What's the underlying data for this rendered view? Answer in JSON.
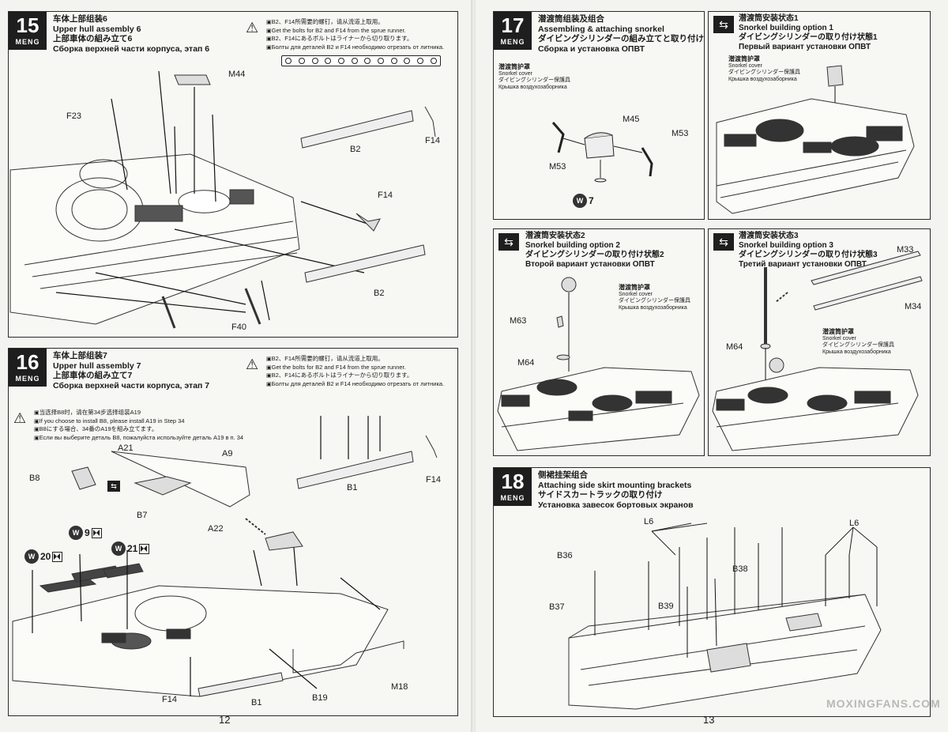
{
  "brand": "MENG",
  "pages": {
    "left_number": "12",
    "right_number": "13"
  },
  "watermark": "MOXINGFANS.COM",
  "bolt_warning": {
    "cn": "B2、F14所需要的螺钉，请从流道上取用。",
    "en": "Get the bolts for B2 and F14 from the sprue runner.",
    "jp": "B2、F14にあるボルトはライナーから切り取ります。",
    "ru": "Болты для деталей B2 и F14 необходимо отрезать от литника."
  },
  "steps": [
    {
      "number": "15",
      "title_cn": "车体上部组装6",
      "title_en": "Upper hull assembly 6",
      "title_jp": "上部車体の組み立て6",
      "title_ru": "Сборка верхней части корпуса, этап 6",
      "labels": [
        "M44",
        "F23",
        "B2",
        "F14",
        "F14",
        "B2",
        "F40"
      ]
    },
    {
      "number": "16",
      "title_cn": "车体上部组装7",
      "title_en": "Upper hull assembly 7",
      "title_jp": "上部車体の組み立て7",
      "title_ru": "Сборка верхней части корпуса, этап 7",
      "b8_note": {
        "cn": "当选择B8时，请在第34步选择组装A19",
        "en": "If you choose to install B8, please install A19 in Step 34",
        "jp": "B8にする場合、34番のA19を組み立てます。",
        "ru": "Если вы выберите деталь B8, пожалуйста используйте деталь A19 в п. 34"
      },
      "labels": [
        "A21",
        "A9",
        "B8",
        "B7",
        "A22",
        "B1",
        "F14",
        "F14",
        "B1",
        "B19",
        "M18"
      ],
      "badges": [
        {
          "code": "W",
          "num": "9"
        },
        {
          "code": "W",
          "num": "20"
        },
        {
          "code": "W",
          "num": "21"
        }
      ]
    },
    {
      "number": "17",
      "title_cn": "潜渡筒组装及组合",
      "title_en": "Assembling & attaching snorkel",
      "title_jp": "ダイビングシリンダーの組み立てと取り付け",
      "title_ru": "Сборка и установка ОПВТ",
      "cover_note": {
        "cn": "潜渡筒护罩",
        "en": "Snorkel cover",
        "jp": "ダイビングシリンダー保護具",
        "ru": "Крышка воздухозаборника"
      },
      "labels": [
        "M45",
        "M53",
        "M53"
      ],
      "badge": {
        "code": "W",
        "num": "7"
      }
    },
    {
      "number": "18",
      "title_cn": "侧裙挂架组合",
      "title_en": "Attaching side skirt mounting brackets",
      "title_jp": "サイドスカートラックの取り付け",
      "title_ru": "Установка завесок бортовых экранов",
      "labels": [
        "L6",
        "L6",
        "B36",
        "B38",
        "B37",
        "B39"
      ]
    }
  ],
  "options": [
    {
      "title_cn": "潜渡筒安装状态1",
      "title_en": "Snorkel building option 1",
      "title_jp": "ダイビングシリンダーの取り付け状態1",
      "title_ru": "Первый вариант установки ОПВТ",
      "cover_note": {
        "cn": "潜渡筒护罩",
        "en": "Snorkel cover",
        "jp": "ダイビングシリンダー保護具",
        "ru": "Крышка воздухозаборника"
      }
    },
    {
      "title_cn": "潜渡筒安装状态2",
      "title_en": "Snorkel building option 2",
      "title_jp": "ダイビングシリンダーの取り付け状態2",
      "title_ru": "Второй вариант установки ОПВТ",
      "cover_note": {
        "cn": "潜渡筒护罩",
        "en": "Snorkel cover",
        "jp": "ダイビングシリンダー保護具",
        "ru": "Крышка воздухозаборника"
      },
      "labels": [
        "M63",
        "M64"
      ]
    },
    {
      "title_cn": "潜渡筒安装状态3",
      "title_en": "Snorkel building option 3",
      "title_jp": "ダイビングシリンダーの取り付け状態3",
      "title_ru": "Третий вариант установки ОПВТ",
      "cover_note": {
        "cn": "潜渡筒护罩",
        "en": "Snorkel cover",
        "jp": "ダイビングシリンダー保護具",
        "ru": "Крышка воздухозаборника"
      },
      "labels": [
        "M33",
        "M34",
        "M64"
      ]
    }
  ]
}
